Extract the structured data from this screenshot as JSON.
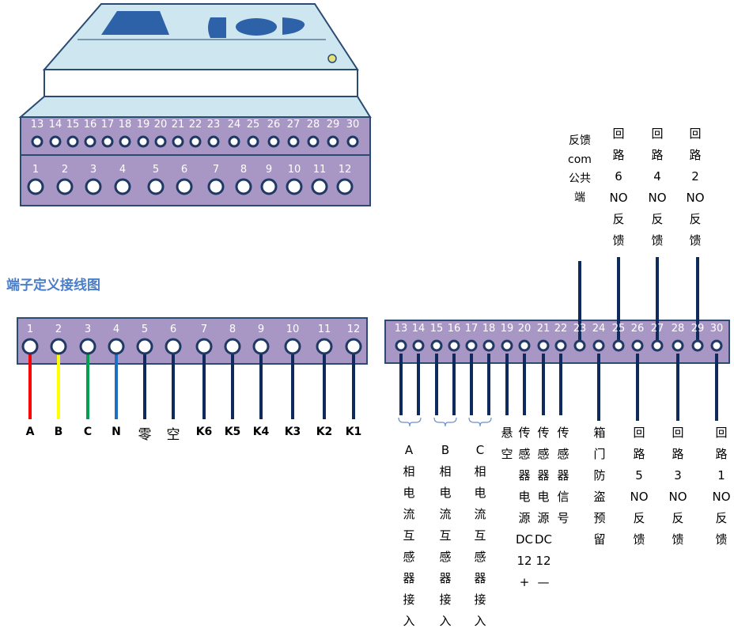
{
  "title": "端子定义接线图",
  "colors": {
    "panel": "#a897c4",
    "device": "#cde6ef",
    "device_outline": "#2b4b73",
    "dark_blue": "#1f3864",
    "wire_A": "#ff0000",
    "wire_B": "#ffff00",
    "wire_C": "#00a050",
    "wire_N": "#1f6fc0",
    "wire_other": "#0f2a5c",
    "title": "#4a7ec9"
  },
  "device": {
    "top_row_numbers": [
      "13",
      "14",
      "15",
      "16",
      "17",
      "18",
      "19",
      "20",
      "21",
      "22",
      "23",
      "24",
      "25",
      "26",
      "27",
      "28",
      "29",
      "30"
    ],
    "bottom_row_numbers": [
      "1",
      "2",
      "3",
      "4",
      "5",
      "6",
      "7",
      "8",
      "9",
      "10",
      "11",
      "12"
    ]
  },
  "left_block": {
    "numbers": [
      "1",
      "2",
      "3",
      "4",
      "5",
      "6",
      "7",
      "8",
      "9",
      "10",
      "11",
      "12"
    ],
    "labels": [
      "A",
      "B",
      "C",
      "N",
      "零",
      "空",
      "K6",
      "K5",
      "K4",
      "K3",
      "K2",
      "K1"
    ]
  },
  "right_block": {
    "numbers": [
      "13",
      "14",
      "15",
      "16",
      "17",
      "18",
      "19",
      "20",
      "21",
      "22",
      "23",
      "24",
      "25",
      "26",
      "27",
      "28",
      "29",
      "30"
    ],
    "bottom_labels": [
      "A\n相\n电\n流\n互\n感\n器\n接\n入",
      "B\n相\n电\n流\n互\n感\n器\n接\n入",
      "C\n相\n电\n流\n互\n感\n器\n接\n入",
      "悬\n空",
      "传\n感\n器\n电\n源\nDC\n12\n+",
      "传\n感\n器\n电\n源\nDC\n12\n—",
      "传\n感\n器\n信\n号",
      "箱\n门\n防\n盗\n预\n留",
      "回\n路\n5\nNO\n反\n馈",
      "回\n路\n3\nNO\n反\n馈",
      "回\n路\n1\nNO\n反\n馈"
    ],
    "top_labels": [
      "反馈\ncom\n公共\n端",
      "回\n路\n6\nNO\n反\n馈",
      "回\n路\n4\nNO\n反\n馈",
      "回\n路\n2\nNO\n反\n馈"
    ]
  }
}
